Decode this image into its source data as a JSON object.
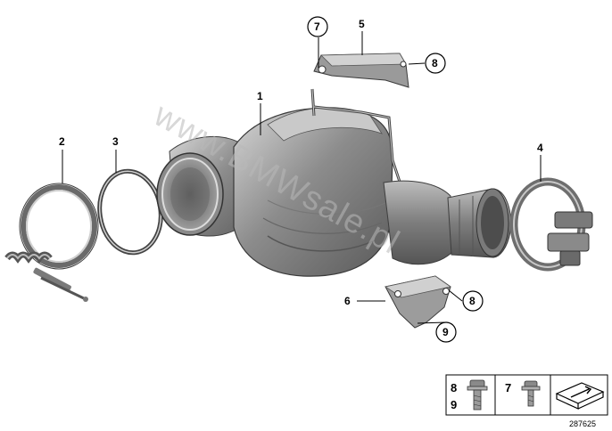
{
  "diagram": {
    "watermark": "www.BMWsale.pl",
    "document_id": "287625",
    "callouts": {
      "n1": "1",
      "n2": "2",
      "n3": "3",
      "n4": "4",
      "n5": "5",
      "n6": "6",
      "n7_circle": "7",
      "n8_top": "8",
      "n8_bottom": "8",
      "n9_circle": "9"
    },
    "legend": {
      "cell1_top": "8",
      "cell1_bottom": "9",
      "cell2": "7"
    },
    "colors": {
      "metal_dark": "#6f6f6f",
      "metal_mid": "#9a9a9a",
      "metal_light": "#cfcfcf",
      "watermark": "#b9b9b9"
    },
    "icons": [
      "bolt-icon",
      "screw-icon",
      "sheet-metal-icon"
    ]
  }
}
